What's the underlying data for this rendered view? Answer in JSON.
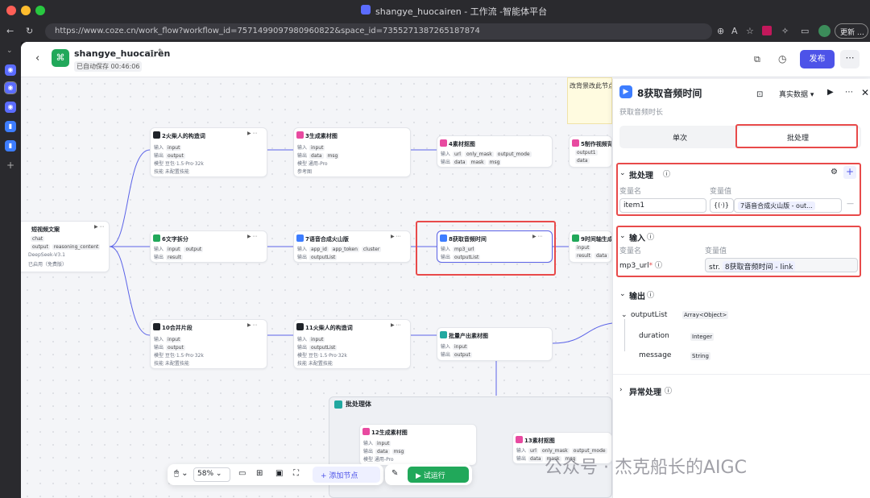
{
  "browser": {
    "window_title": "shangye_huocairen - 工作流 -智能体平台",
    "url": "https://www.coze.cn/work_flow?workflow_id=7571499097980960822&space_id=7355271387265187874",
    "update_label": "更新"
  },
  "header": {
    "workflow_name": "shangye_huocairen",
    "autosave": "已自动保存 00:46:06",
    "publish_label": "发布"
  },
  "canvas": {
    "note_text": "改背景改此节点",
    "nodes": {
      "n0": {
        "title": "短视频文案",
        "r1": "output",
        "r2": "reasoning_content",
        "r3": "DeepSeek-V3.1",
        "r4": "已启用（免费版）",
        "in1": "chat"
      },
      "n2": {
        "title": "2火柴人的构造词",
        "in": "input",
        "out": "output",
        "model": "豆包·1.5·Pro·32k",
        "skill": "未配置技能"
      },
      "n3": {
        "title": "3生成素材图",
        "in": "input",
        "o1": "data",
        "o2": "msg",
        "model": "通用-Pro",
        "extra": "参考图"
      },
      "n4": {
        "title": "4素材抠图",
        "o1": "url",
        "o2": "only_mask",
        "o3": "output_mode",
        "o4": "data",
        "o5": "mask",
        "o6": "msg"
      },
      "n5": {
        "title": "5制作视频背",
        "o1": "output1",
        "o2": "data"
      },
      "n6": {
        "title": "6文字拆分",
        "in": "input",
        "out": "output",
        "res": "result"
      },
      "n7": {
        "title": "7语音合成火山版",
        "i1": "app_id",
        "i2": "app_token",
        "i3": "cluster",
        "out": "outputList"
      },
      "n8": {
        "title": "8获取音频时间",
        "in": "mp3_url",
        "out": "outputList"
      },
      "n9": {
        "title": "9时间轴生成",
        "in": "input",
        "o1": "result",
        "o2": "data"
      },
      "n10": {
        "title": "10合并片段",
        "in": "input",
        "out": "output",
        "model": "豆包·1.5·Pro·32k",
        "skill": "未配置技能"
      },
      "n11": {
        "title": "11火柴人的构造词",
        "in": "input",
        "out": "outputList",
        "model": "豆包·1.5·Pro·32k",
        "skill": "未配置技能"
      },
      "nb": {
        "title": "批量产出素材图",
        "in": "input",
        "out": "output"
      },
      "loop": {
        "title": "批处理体"
      },
      "n12": {
        "title": "12生成素材图",
        "in": "input",
        "o1": "data",
        "o2": "msg",
        "model": "通用-Pro"
      },
      "n13": {
        "title": "13素材抠图",
        "o1": "url",
        "o2": "only_mask",
        "o3": "output_mode",
        "o4": "data",
        "o5": "mask",
        "o6": "msg"
      }
    }
  },
  "panel": {
    "node_title": "8获取音频时间",
    "node_desc": "获取音频时长",
    "env_label": "真实数据",
    "tab_single": "单次",
    "tab_batch": "批处理",
    "batch": {
      "section_title": "批处理",
      "col_name": "变量名",
      "col_value": "变量值",
      "var_name": "item1",
      "type_label": "{(·)}",
      "ref_value": "7语音合成火山版 - out..."
    },
    "input": {
      "section_title": "输入",
      "col_name": "变量名",
      "col_value": "变量值",
      "var_name": "mp3_url",
      "type_label": "str.",
      "ref_value": "8获取音频时间 - link"
    },
    "output": {
      "section_title": "输出",
      "root_name": "outputList",
      "root_type": "Array<Object>",
      "children": [
        {
          "name": "duration",
          "type": "Integer"
        },
        {
          "name": "message",
          "type": "String"
        }
      ]
    },
    "error": {
      "section_title": "异常处理"
    }
  },
  "toolbar": {
    "zoom": "58%",
    "add_node_label": "添加节点",
    "run_label": "试运行"
  },
  "watermark": "公众号 · 杰克船长的AIGC",
  "colors": {
    "brand": "#4d53e8",
    "run_green": "#21a85a",
    "highlight_red": "#e84a4a"
  }
}
